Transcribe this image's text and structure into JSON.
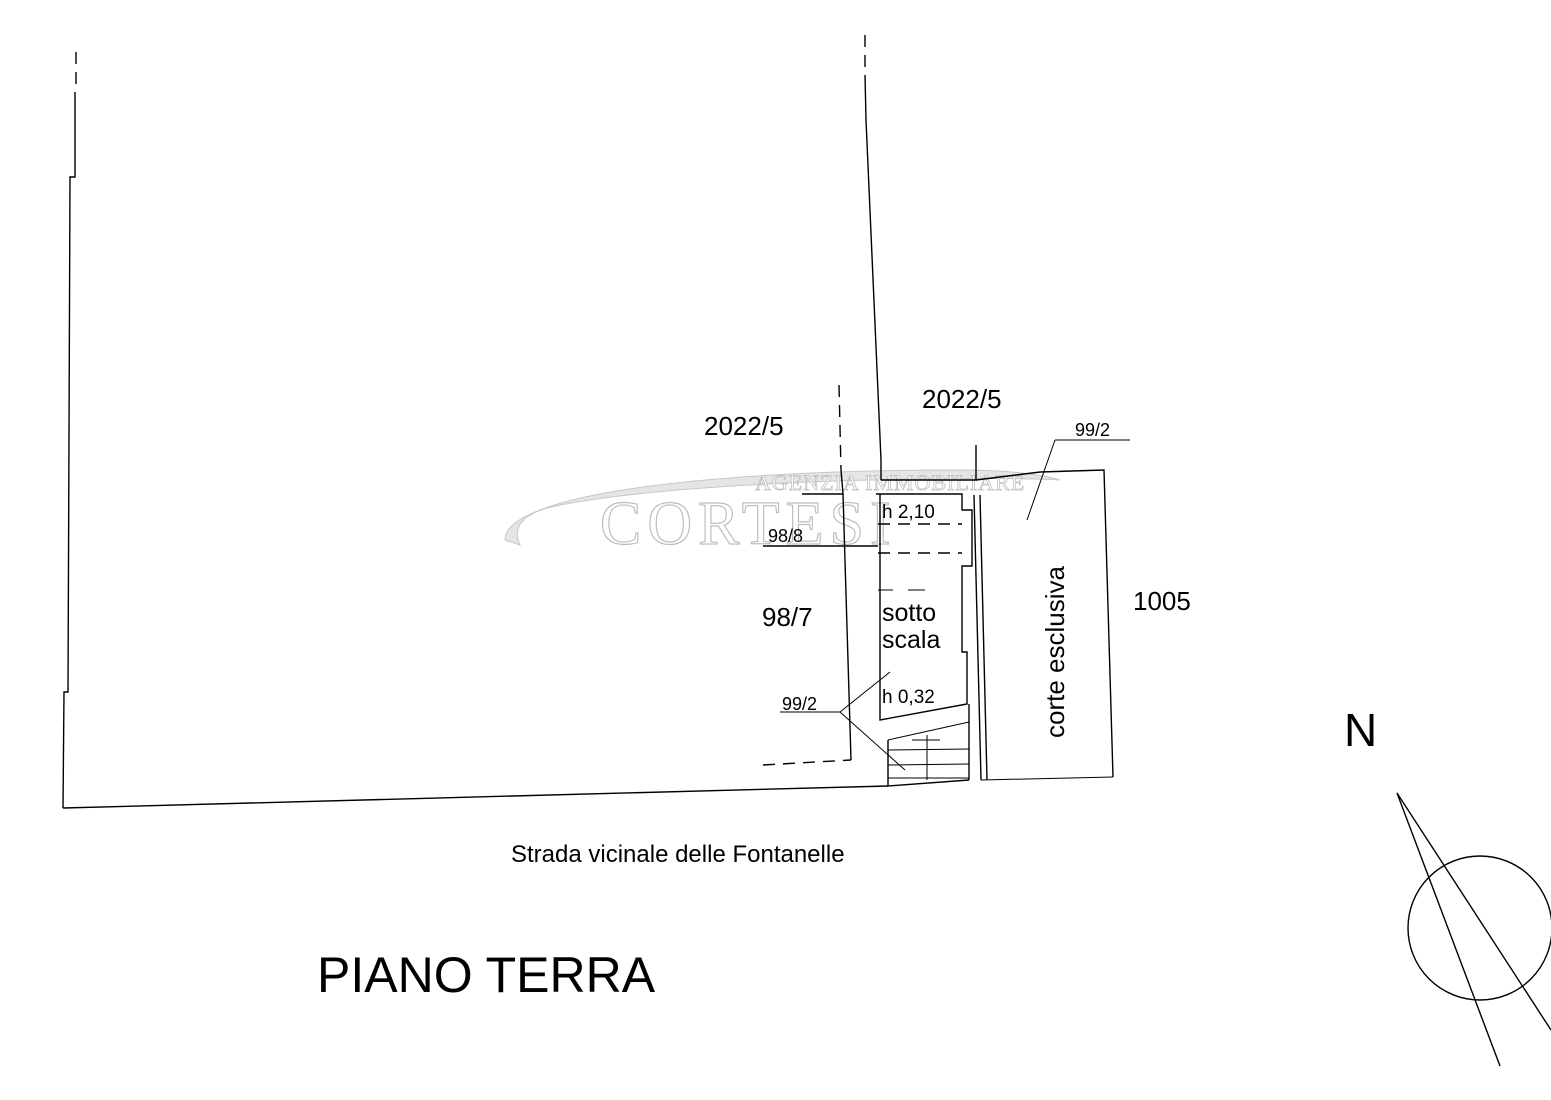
{
  "plan": {
    "title": "PIANO TERRA",
    "street": "Strada vicinale delle Fontanelle",
    "north_label": "N",
    "parcels": {
      "top_left": "2022/5",
      "top_right": "2022/5",
      "left_mid": "98/7",
      "right": "1005",
      "small_a": "98/8",
      "small_b": "99/2",
      "small_c": "99/2"
    },
    "rooms": {
      "height_top": "h 2,10",
      "sotto": "sotto",
      "scala": "scala",
      "height_bottom": "h 0,32",
      "court": "corte esclusiva"
    }
  },
  "watermark": {
    "line1": "AGENZIA IMMOBILIARE",
    "line2": "CORTESI"
  },
  "colors": {
    "ink": "#000000",
    "watermark": "#bfbfbf"
  }
}
